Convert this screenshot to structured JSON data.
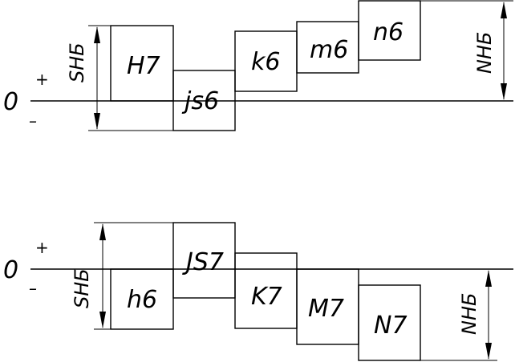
{
  "top_scheme": {
    "zero_label": "0",
    "plus": "+",
    "minus": "–",
    "clearance_label": "SНБ",
    "interference_label": "NНБ",
    "fields": [
      "H7",
      "js6",
      "k6",
      "m6",
      "n6"
    ]
  },
  "bottom_scheme": {
    "zero_label": "0",
    "plus": "+",
    "minus": "–",
    "clearance_label": "SНБ",
    "interference_label": "NНБ",
    "fields": [
      "h6",
      "JS7",
      "K7",
      "M7",
      "N7"
    ]
  }
}
